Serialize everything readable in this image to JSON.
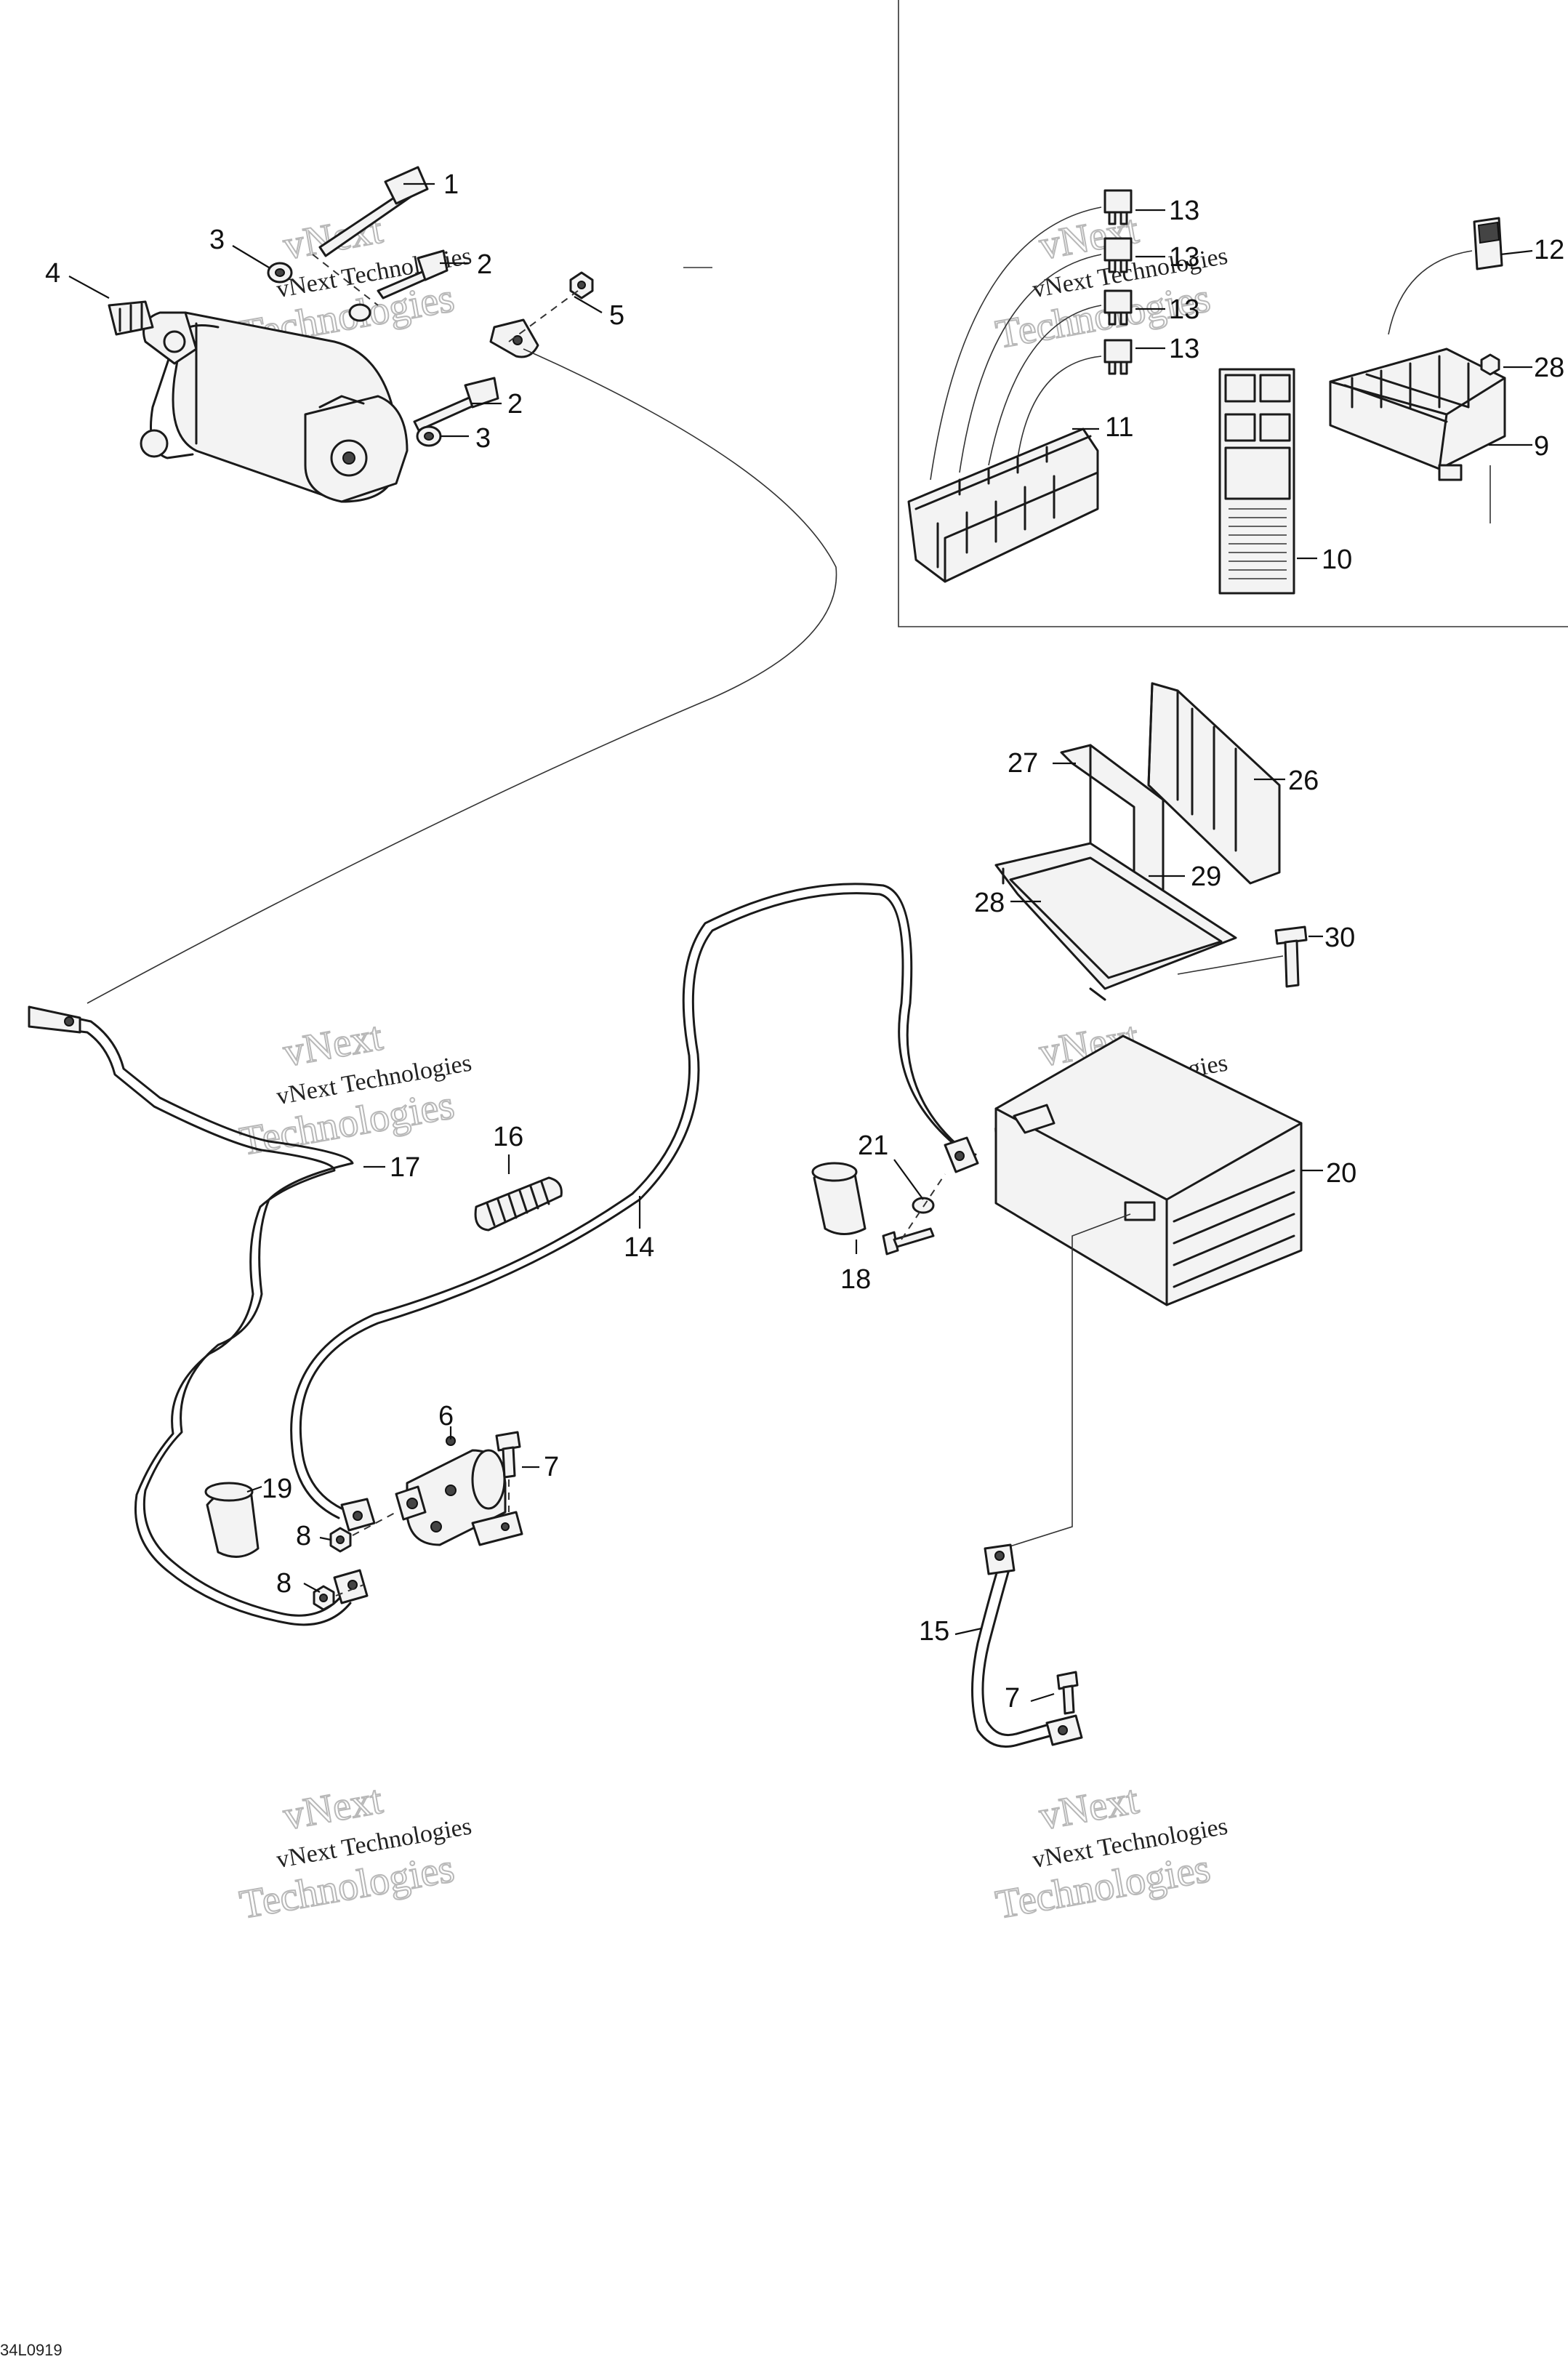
{
  "figure_id": "34L0919",
  "watermark": {
    "line1": "vNext",
    "line2": "vNext Technologies",
    "line3": "Technologies"
  },
  "callouts": [
    "1",
    "2",
    "2",
    "3",
    "3",
    "4",
    "5",
    "6",
    "7",
    "7",
    "8",
    "8",
    "9",
    "10",
    "11",
    "12",
    "13",
    "13",
    "13",
    "13",
    "14",
    "15",
    "16",
    "17",
    "18",
    "19",
    "20",
    "21",
    "26",
    "27",
    "28",
    "28",
    "29",
    "30"
  ]
}
